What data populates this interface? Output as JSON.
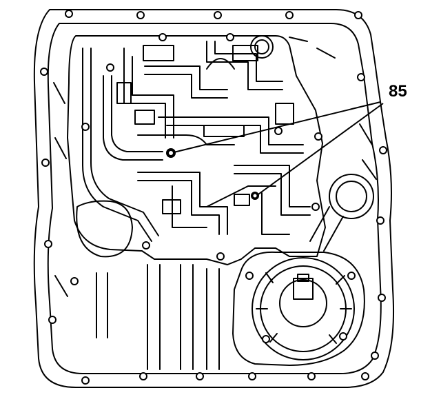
{
  "diagram": {
    "callout": {
      "label": "85"
    }
  },
  "colors": {
    "ink": "#000000",
    "paper": "#ffffff"
  },
  "icons": {
    "bolt": "bolt-hole-icon",
    "pan": "oil-pan-outline",
    "plate": "valve-body-plate"
  }
}
